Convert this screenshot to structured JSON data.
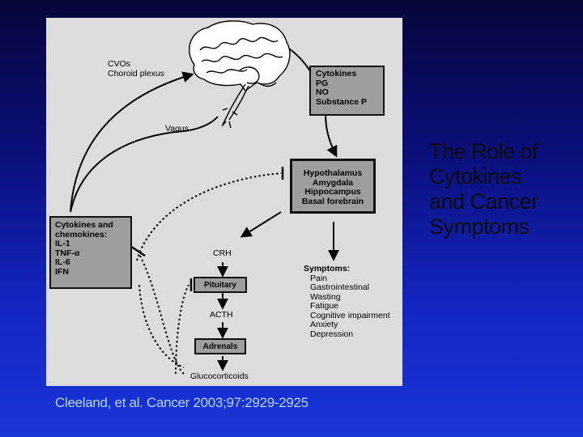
{
  "title_lines": [
    "The Role of",
    "Cytokines",
    "and Cancer",
    "Symptoms"
  ],
  "citation": "Cleeland, et al. Cancer 2003;97:2929-2925",
  "diagram": {
    "cvos_lines": [
      "CVOs",
      "Choroid plexus"
    ],
    "vagus": "Vagus",
    "cytokines_box": {
      "header": "Cytokines and chemokines:",
      "items": [
        "IL-1",
        "TNF-α",
        "IL-6",
        "IFN"
      ]
    },
    "mediators_box": [
      "Cytokines",
      "PG",
      "NO",
      "Substance P"
    ],
    "brain_regions_box": [
      "Hypothalamus",
      "Amygdala",
      "Hippocampus",
      "Basal forebrain"
    ],
    "crh": "CRH",
    "pituitary": "Pituitary",
    "acth": "ACTH",
    "adrenals": "Adrenals",
    "glucocorticoids": "Glucocorticoids",
    "symptoms": {
      "header": "Symptoms:",
      "items": [
        "Pain",
        "Gastrointestinal",
        "Wasting",
        "Fatigue",
        "Cognitive impairment",
        "Anxiety",
        "Depression"
      ]
    }
  }
}
